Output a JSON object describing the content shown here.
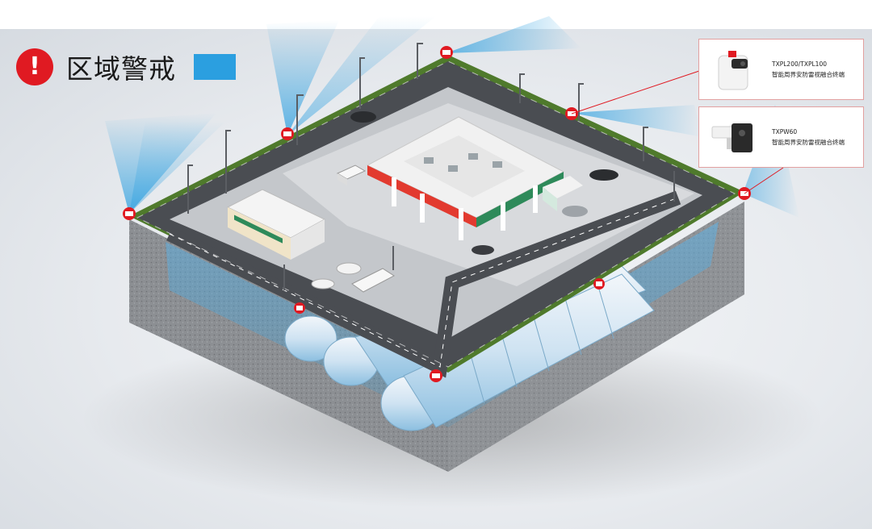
{
  "legend": {
    "icon": "exclamation-icon",
    "icon_glyph": "!",
    "title": "区域警戒",
    "swatch_color": "#2b9fe0",
    "alert_color": "#e01a22"
  },
  "devices": [
    {
      "model": "TXPL200/TXPL100",
      "description": "智能周界安防雷视融合终端",
      "icon": "radar-camera-icon"
    },
    {
      "model": "TXPW60",
      "description": "智能周界安防雷视融合终端",
      "icon": "camera-icon"
    }
  ],
  "colors": {
    "zone_blue": "#2b9fe0",
    "sensor_red": "#e01a22",
    "grass": "#4f7a2c",
    "road": "#4a4d52"
  }
}
